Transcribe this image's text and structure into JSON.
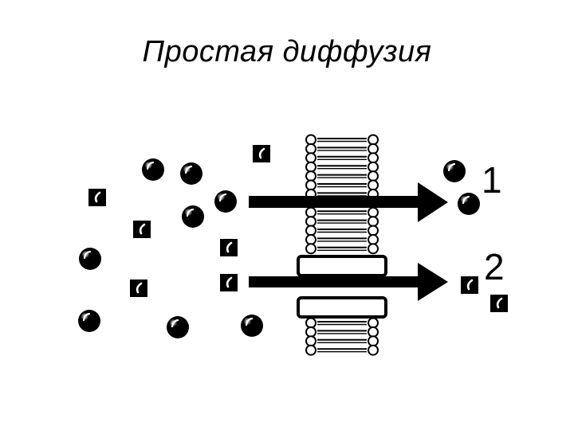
{
  "title": "Простая диффузия",
  "labels": {
    "path1": "1",
    "path2": "2"
  },
  "colors": {
    "ink": "#000000",
    "paper": "#ffffff"
  },
  "icons": {
    "molecule_round": "ball-molecule-icon",
    "molecule_square": "square-molecule-icon",
    "membrane": "lipid-bilayer",
    "channel": "channel-protein",
    "arrow": "arrow-right-icon"
  }
}
